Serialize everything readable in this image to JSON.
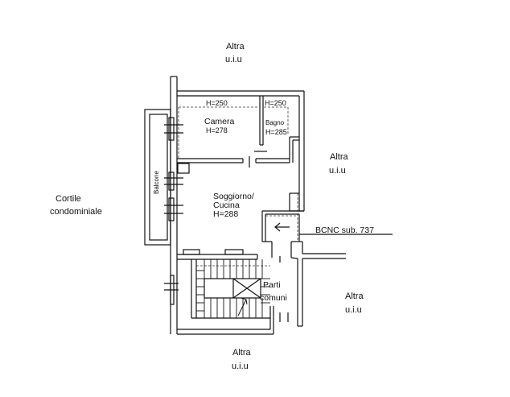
{
  "labels": {
    "top_neighbor_1": "Altra",
    "top_neighbor_2": "u.i.u",
    "right_neighbor_1": "Altra",
    "right_neighbor_2": "u.i.u",
    "lower_right_neighbor_1": "Altra",
    "lower_right_neighbor_2": "u.i.u",
    "bottom_neighbor_1": "Altra",
    "bottom_neighbor_2": "u.i.u",
    "courtyard_1": "Cortile",
    "courtyard_2": "condominiale",
    "balcony": "Balcone",
    "camera_name": "Camera",
    "camera_height": "H=278",
    "camera_ceiling": "H=250",
    "bagno_name": "Bagno",
    "bagno_height": "H=285",
    "bagno_ceiling": "H=250",
    "soggiorno_1": "Soggiorno/",
    "soggiorno_2": "Cucina",
    "soggiorno_height": "H=288",
    "parti_1": "Parti",
    "parti_2": "comuni",
    "bcnc": "BCNC sub. 737"
  },
  "colors": {
    "line": "#111111",
    "dash": "#333333",
    "background": "#ffffff"
  }
}
